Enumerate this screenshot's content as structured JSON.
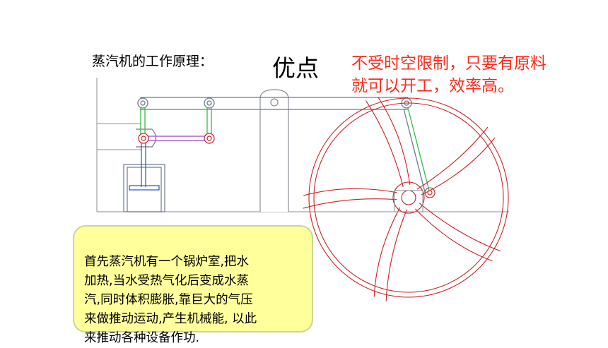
{
  "slide": {
    "heading": "蒸汽机的工作原理：",
    "advantage_title": "优点",
    "advantage_text": "不受时空限制，只要有原料\n就可以开工，效率高。",
    "explanation": "首先蒸汽机有一个锅炉室,把水\n加热,当水受热气化后变成水蒸\n汽,同时体积膨胀,靠巨大的气压\n来做推动运动,产生机械能, 以此\n来推动各种设备作功."
  },
  "colors": {
    "advantage_text": "#ff2a1a",
    "callout_fill": "#ffff9c",
    "wheel": "#cc2222",
    "linkage": "#6b7a8f",
    "rod_green": "#33bb44",
    "rod_purple": "#9944cc",
    "piston_blue": "#2255cc"
  }
}
